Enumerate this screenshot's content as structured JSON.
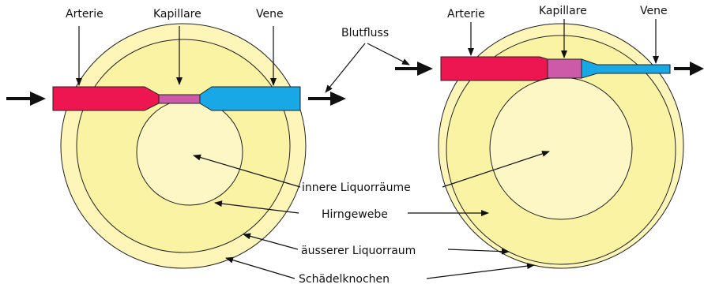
{
  "labels": {
    "left_arterie": "Arterie",
    "left_kapillare": "Kapillare",
    "left_vene": "Vene",
    "blutfluss": "Blutfluss",
    "right_arterie": "Arterie",
    "right_kapillare": "Kapillare",
    "right_vene": "Vene",
    "innere_liquorraeume": "innere Liquorräume",
    "hirngewebe": "Hirngewebe",
    "aeusserer_liquorraum": "äusserer Liquorraum",
    "schaedelknochen": "Schädelknochen"
  },
  "colors": {
    "skull": "#fdf6b8",
    "brain": "#fbf3a4",
    "inner_csf": "#fdf7c6",
    "artery": "#ee1650",
    "capillary": "#cc5aa8",
    "vein": "#19a8e6",
    "outline": "#222222"
  }
}
